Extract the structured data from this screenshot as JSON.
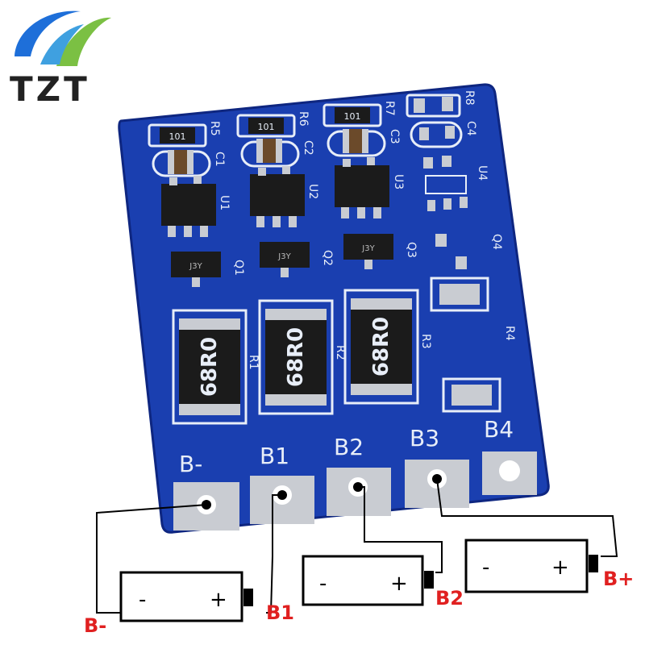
{
  "brand": {
    "name": "TZT",
    "colors": {
      "green": "#7bc043",
      "blue": "#1e6fd9",
      "dark": "#222222"
    }
  },
  "board": {
    "silkscreen": {
      "resistor_labels": [
        "R5",
        "R6",
        "R7",
        "R8"
      ],
      "cap_labels": [
        "C1",
        "C2",
        "C3",
        "C4"
      ],
      "ic_labels": [
        "U1",
        "U2",
        "U3",
        "U4"
      ],
      "q_labels": [
        "Q1",
        "Q2",
        "Q3",
        "Q4"
      ],
      "power_resistor_labels": [
        "R1",
        "R2",
        "R3",
        "R4"
      ],
      "small_resistor_marking": "101",
      "power_resistor_marking": "68R0",
      "transistor_marking": "J3Y"
    },
    "pads": [
      "B-",
      "B1",
      "B2",
      "B3",
      "B4"
    ],
    "colors": {
      "pcb": "#1a3fb0",
      "silk": "#e8eef8",
      "pad": "#c9ccd2",
      "chip": "#1b1b1b"
    }
  },
  "diagram": {
    "battery_minus": "-",
    "battery_plus": "+",
    "terminal_labels": [
      "B-",
      "B1",
      "B2",
      "B+"
    ],
    "colors": {
      "label": "#e02020",
      "wire": "#000000"
    }
  }
}
